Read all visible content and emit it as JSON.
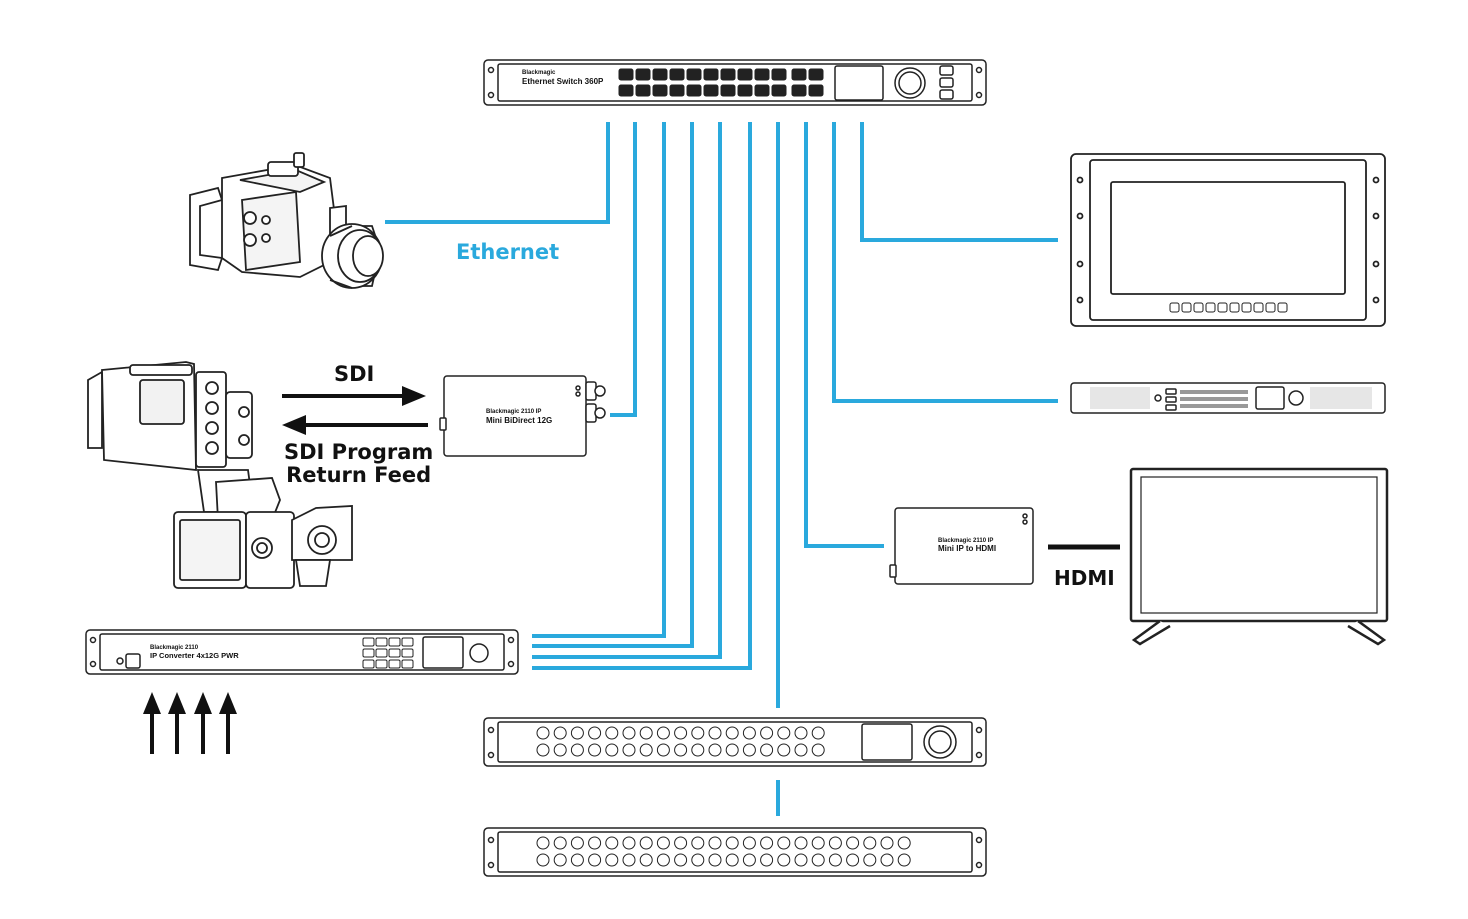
{
  "labels": {
    "ethernet": "Ethernet",
    "sdi": "SDI",
    "sdi_return_line1": "SDI Program",
    "sdi_return_line2": "Return Feed",
    "hdmi": "HDMI"
  },
  "devices": {
    "switch": {
      "brand": "Blackmagic",
      "model": "Ethernet Switch 360P"
    },
    "bidirect": {
      "brand": "Blackmagic 2110 IP",
      "model": "Mini BiDirect 12G"
    },
    "ip_to_hdmi": {
      "brand": "Blackmagic 2110 IP",
      "model": "Mini IP to HDMI"
    },
    "ip_converter": {
      "brand": "Blackmagic 2110",
      "model": "IP Converter 4x12G PWR"
    }
  },
  "colors": {
    "ethernet_cable": "#2aa9dd",
    "sdi_hdmi_cable": "#111111",
    "device_outline": "#222222"
  }
}
